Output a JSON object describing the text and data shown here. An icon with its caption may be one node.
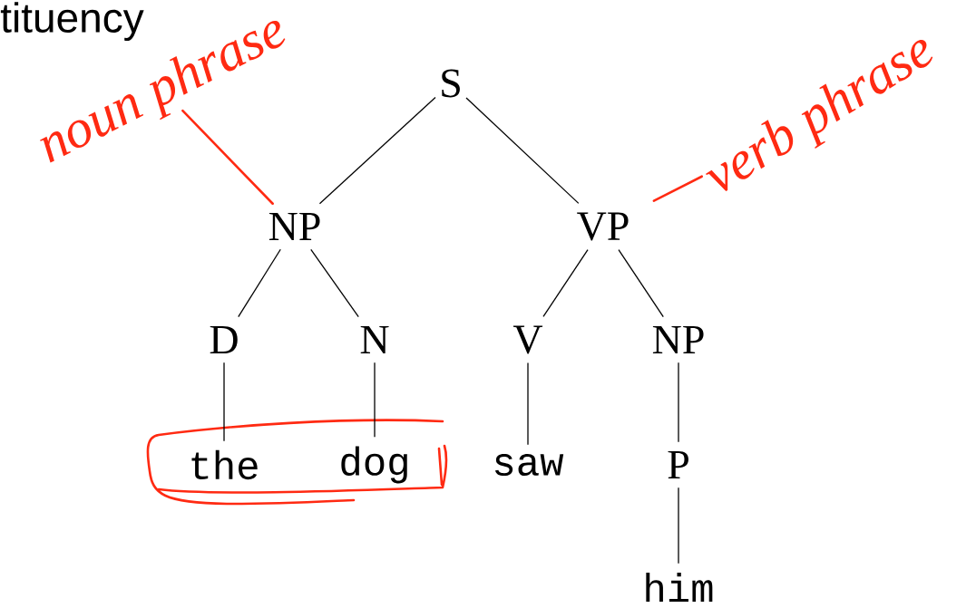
{
  "diagram": {
    "nodes": [
      {
        "text": [
          "S"
        ]
      },
      {
        "text": [
          "NP"
        ]
      },
      {
        "text": [
          "VP"
        ]
      },
      {
        "text": [
          "D"
        ]
      },
      {
        "text": [
          "N"
        ]
      },
      {
        "text": [
          "V"
        ]
      },
      {
        "text": [
          "NP"
        ]
      },
      {
        "text": [
          "the"
        ]
      },
      {
        "text": [
          "dog"
        ]
      },
      {
        "text": [
          "saw"
        ]
      },
      {
        "text": [
          "P"
        ]
      },
      {
        "text": [
          "him"
        ]
      },
      {
        "text": [
          "noun phrase"
        ]
      },
      {
        "text": [
          "verb phrase"
        ]
      }
    ],
    "edges": [
      {
        "from": 0,
        "to": 1,
        "arrow": "none"
      },
      {
        "from": 0,
        "to": 2,
        "arrow": "none"
      },
      {
        "from": 1,
        "to": 3,
        "arrow": "none"
      },
      {
        "from": 1,
        "to": 4,
        "arrow": "none"
      },
      {
        "from": 2,
        "to": 5,
        "arrow": "none"
      },
      {
        "from": 2,
        "to": 6,
        "arrow": "none"
      },
      {
        "from": 3,
        "to": 7,
        "arrow": "none"
      },
      {
        "from": 4,
        "to": 8,
        "arrow": "none"
      },
      {
        "from": 5,
        "to": 9,
        "arrow": "none"
      },
      {
        "from": 6,
        "to": 10,
        "arrow": "none"
      },
      {
        "from": 10,
        "to": 11,
        "arrow": "none"
      },
      {
        "from": 12,
        "to": 1,
        "arrow": "none",
        "color": "#ff2a12"
      },
      {
        "from": 13,
        "to": 2,
        "arrow": "none",
        "color": "#ff2a12"
      }
    ],
    "labels": [
      "tituency"
    ]
  }
}
